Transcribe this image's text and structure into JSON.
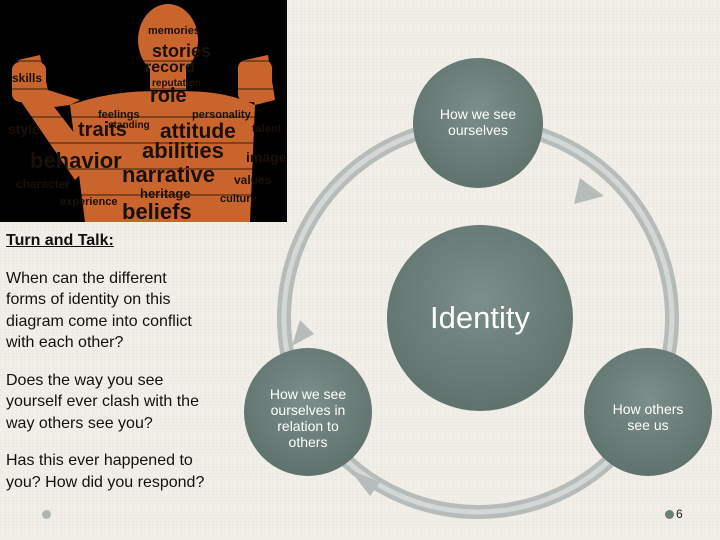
{
  "image": {
    "words": [
      "stories",
      "record",
      "role",
      "reputation",
      "skills",
      "memories",
      "style",
      "feelings",
      "personality",
      "traits",
      "attitude",
      "talent",
      "standing",
      "abilities",
      "behavior",
      "image",
      "narrative",
      "character",
      "heritage",
      "values",
      "beliefs",
      "experience",
      "culture"
    ]
  },
  "side_text": {
    "heading": "Turn and Talk:",
    "paragraphs": [
      "When can the different forms of identity on this diagram come into conflict with each other?",
      "Does the way you see yourself ever clash with the way others see you?",
      "Has this ever happened to you?  How did you respond?"
    ]
  },
  "diagram": {
    "center": "Identity",
    "nodes": [
      {
        "id": "top",
        "label": "How we see ourselves"
      },
      {
        "id": "left",
        "label": "How we see ourselves in relation to others"
      },
      {
        "id": "right",
        "label": "How others see us"
      }
    ]
  },
  "colors": {
    "node_fill": "#6f827d",
    "node_dark": "#5c6e69",
    "ring": "#b6bcb9",
    "word_orange": "#d8743a",
    "background": "#f1efe8"
  },
  "page": {
    "number": "6"
  }
}
